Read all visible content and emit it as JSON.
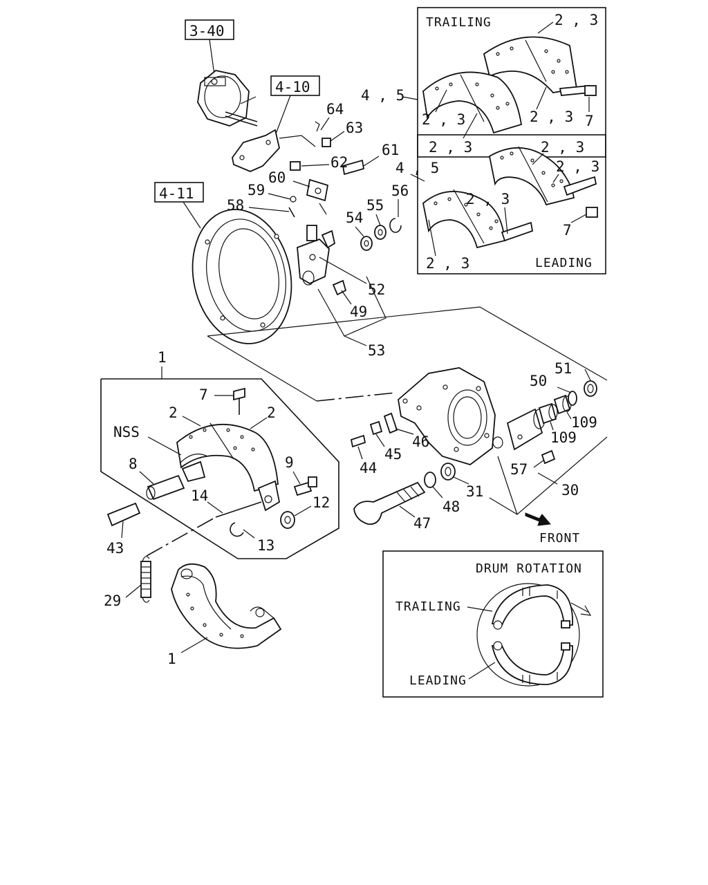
{
  "refs": {
    "r340": "3-40",
    "r410": "4-10",
    "r411": "4-11"
  },
  "trailing_box": {
    "title": "TRAILING",
    "callout_top": "2 , 3",
    "callout_45": "4 , 5",
    "callout_left": "2 , 3",
    "callout_bottom": "2 , 3",
    "callout_mid": "2 , 3",
    "callout_7": "7"
  },
  "leading_box": {
    "title": "LEADING",
    "callout_45": "4 , 5",
    "callout_a": "2 , 3",
    "callout_b": "2 , 3",
    "callout_c": "2 , 3",
    "callout_d": "2 , 3",
    "callout_7": "7"
  },
  "callouts": {
    "p64": "64",
    "p63": "63",
    "p62": "62",
    "p61": "61",
    "p60": "60",
    "p59": "59",
    "p58": "58",
    "p56": "56",
    "p55": "55",
    "p54": "54",
    "p52": "52",
    "p49": "49",
    "p53": "53",
    "p51": "51",
    "p50": "50",
    "p109a": "109",
    "p109b": "109",
    "p46": "46",
    "p45": "45",
    "p44": "44",
    "p57": "57",
    "p31": "31",
    "p30": "30",
    "p48": "48",
    "p47": "47",
    "p1a": "1",
    "p7": "7",
    "p2a": "2",
    "p2b": "2",
    "nss": "NSS",
    "p8": "8",
    "p9": "9",
    "p14": "14",
    "p12": "12",
    "p13": "13",
    "p43": "43",
    "p29": "29",
    "p1b": "1"
  },
  "front_label": "FRONT",
  "rotation_box": {
    "title": "DRUM ROTATION",
    "trailing": "TRAILING",
    "leading": "LEADING"
  }
}
